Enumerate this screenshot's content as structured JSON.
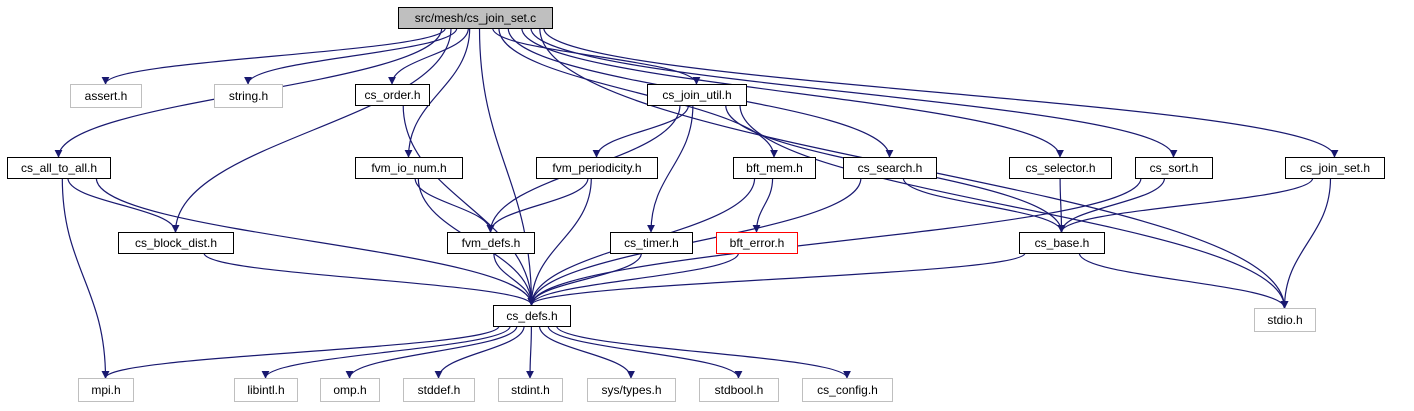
{
  "colors": {
    "edge": "#191970",
    "node_border_normal": "#000000",
    "node_border_external": "#bfbfbf",
    "node_border_error": "#ff0000",
    "root_fill": "#bfbfbf"
  },
  "nodes": [
    {
      "id": "root",
      "label": "src/mesh/cs_join_set.c",
      "kind": "root"
    },
    {
      "id": "assert",
      "label": "assert.h",
      "kind": "external"
    },
    {
      "id": "string",
      "label": "string.h",
      "kind": "external"
    },
    {
      "id": "cs_order",
      "label": "cs_order.h",
      "kind": "normal"
    },
    {
      "id": "cs_join_util",
      "label": "cs_join_util.h",
      "kind": "normal"
    },
    {
      "id": "cs_all_to_all",
      "label": "cs_all_to_all.h",
      "kind": "normal"
    },
    {
      "id": "fvm_io_num",
      "label": "fvm_io_num.h",
      "kind": "normal"
    },
    {
      "id": "fvm_periodicity",
      "label": "fvm_periodicity.h",
      "kind": "normal"
    },
    {
      "id": "bft_mem",
      "label": "bft_mem.h",
      "kind": "normal"
    },
    {
      "id": "cs_search",
      "label": "cs_search.h",
      "kind": "normal"
    },
    {
      "id": "cs_selector",
      "label": "cs_selector.h",
      "kind": "normal"
    },
    {
      "id": "cs_sort",
      "label": "cs_sort.h",
      "kind": "normal"
    },
    {
      "id": "cs_join_set",
      "label": "cs_join_set.h",
      "kind": "normal"
    },
    {
      "id": "cs_block_dist",
      "label": "cs_block_dist.h",
      "kind": "normal"
    },
    {
      "id": "fvm_defs",
      "label": "fvm_defs.h",
      "kind": "normal"
    },
    {
      "id": "cs_timer",
      "label": "cs_timer.h",
      "kind": "normal"
    },
    {
      "id": "bft_error",
      "label": "bft_error.h",
      "kind": "error"
    },
    {
      "id": "cs_base",
      "label": "cs_base.h",
      "kind": "normal"
    },
    {
      "id": "cs_defs",
      "label": "cs_defs.h",
      "kind": "normal"
    },
    {
      "id": "stdio",
      "label": "stdio.h",
      "kind": "external"
    },
    {
      "id": "mpi",
      "label": "mpi.h",
      "kind": "external"
    },
    {
      "id": "libintl",
      "label": "libintl.h",
      "kind": "external"
    },
    {
      "id": "omp",
      "label": "omp.h",
      "kind": "external"
    },
    {
      "id": "stddef",
      "label": "stddef.h",
      "kind": "external"
    },
    {
      "id": "stdint",
      "label": "stdint.h",
      "kind": "external"
    },
    {
      "id": "sys_types",
      "label": "sys/types.h",
      "kind": "external"
    },
    {
      "id": "stdbool",
      "label": "stdbool.h",
      "kind": "external"
    },
    {
      "id": "cs_config",
      "label": "cs_config.h",
      "kind": "external"
    }
  ],
  "edges": [
    [
      "root",
      "assert"
    ],
    [
      "root",
      "string"
    ],
    [
      "root",
      "cs_order"
    ],
    [
      "root",
      "cs_join_util"
    ],
    [
      "root",
      "cs_all_to_all"
    ],
    [
      "root",
      "cs_block_dist"
    ],
    [
      "root",
      "cs_defs"
    ],
    [
      "root",
      "fvm_io_num"
    ],
    [
      "root",
      "bft_mem"
    ],
    [
      "root",
      "cs_search"
    ],
    [
      "root",
      "cs_selector"
    ],
    [
      "root",
      "cs_sort"
    ],
    [
      "root",
      "cs_join_set"
    ],
    [
      "root",
      "stdio"
    ],
    [
      "cs_order",
      "cs_defs"
    ],
    [
      "cs_join_util",
      "fvm_defs"
    ],
    [
      "cs_join_util",
      "fvm_periodicity"
    ],
    [
      "cs_join_util",
      "cs_timer"
    ],
    [
      "cs_join_util",
      "cs_base"
    ],
    [
      "cs_join_util",
      "stdio"
    ],
    [
      "cs_all_to_all",
      "cs_block_dist"
    ],
    [
      "cs_all_to_all",
      "cs_defs"
    ],
    [
      "cs_all_to_all",
      "mpi"
    ],
    [
      "fvm_io_num",
      "fvm_defs"
    ],
    [
      "fvm_io_num",
      "cs_defs"
    ],
    [
      "fvm_periodicity",
      "fvm_defs"
    ],
    [
      "fvm_periodicity",
      "cs_defs"
    ],
    [
      "bft_mem",
      "bft_error"
    ],
    [
      "bft_mem",
      "cs_defs"
    ],
    [
      "cs_search",
      "cs_base"
    ],
    [
      "cs_search",
      "cs_defs"
    ],
    [
      "cs_selector",
      "cs_base"
    ],
    [
      "cs_sort",
      "cs_base"
    ],
    [
      "cs_sort",
      "cs_defs"
    ],
    [
      "cs_join_set",
      "cs_base"
    ],
    [
      "cs_join_set",
      "stdio"
    ],
    [
      "cs_block_dist",
      "cs_defs"
    ],
    [
      "fvm_defs",
      "cs_defs"
    ],
    [
      "cs_timer",
      "cs_defs"
    ],
    [
      "bft_error",
      "cs_defs"
    ],
    [
      "cs_base",
      "cs_defs"
    ],
    [
      "cs_base",
      "stdio"
    ],
    [
      "cs_defs",
      "mpi"
    ],
    [
      "cs_defs",
      "libintl"
    ],
    [
      "cs_defs",
      "omp"
    ],
    [
      "cs_defs",
      "stddef"
    ],
    [
      "cs_defs",
      "stdint"
    ],
    [
      "cs_defs",
      "sys_types"
    ],
    [
      "cs_defs",
      "stdbool"
    ],
    [
      "cs_defs",
      "cs_config"
    ]
  ]
}
